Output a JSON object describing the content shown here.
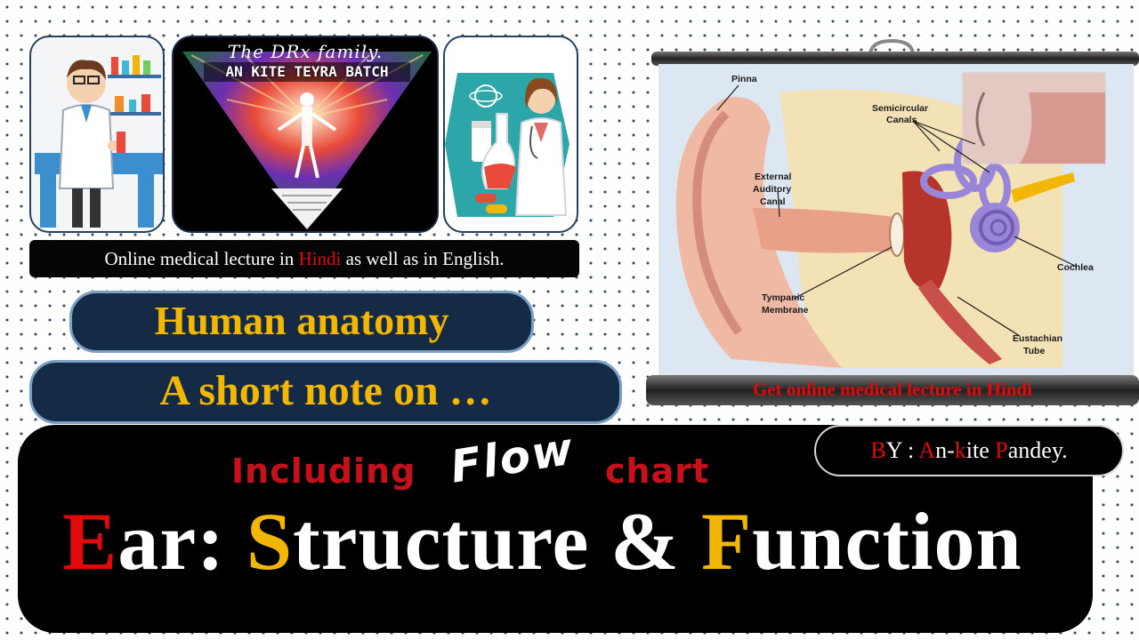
{
  "batch": {
    "family": "The DRx family.",
    "name": "AN KITE TEYRA BATCH"
  },
  "caption": {
    "before": "Online medical lecture in ",
    "highlight": "Hindi",
    "after": " as well as in English."
  },
  "pills": {
    "anatomy": "Human anatomy",
    "note_first": "A",
    "note_rest": " short note on …"
  },
  "main": {
    "including": "Including",
    "flow": "Flow",
    "chart": "chart",
    "title_E": "E",
    "title_1": "ar: ",
    "title_S": "S",
    "title_2": "tructure & ",
    "title_F": "F",
    "title_3": "unction"
  },
  "byline": {
    "B": "B",
    "Y": "Y :  ",
    "A": "A",
    "n": "n-",
    "k": "k",
    "ite": "ite ",
    "P": "P",
    "andey": "andey."
  },
  "diagram": {
    "labels": {
      "pinna": "Pinna",
      "semicircular_1": "Semicircular",
      "semicircular_2": "Canals",
      "external_1": "External",
      "external_2": "Auditory",
      "external_3": "Canal",
      "cochlea": "Cochlea",
      "tympanic_1": "Tympanic",
      "tympanic_2": "Membrane",
      "eustachian_1": "Eustachian",
      "eustachian_2": "Tube"
    },
    "caption": "Get online medical lecture in Hindi"
  },
  "colors": {
    "accent_red": "#e00a0a",
    "accent_gold": "#f2b705",
    "pill_navy": "#142a45"
  }
}
